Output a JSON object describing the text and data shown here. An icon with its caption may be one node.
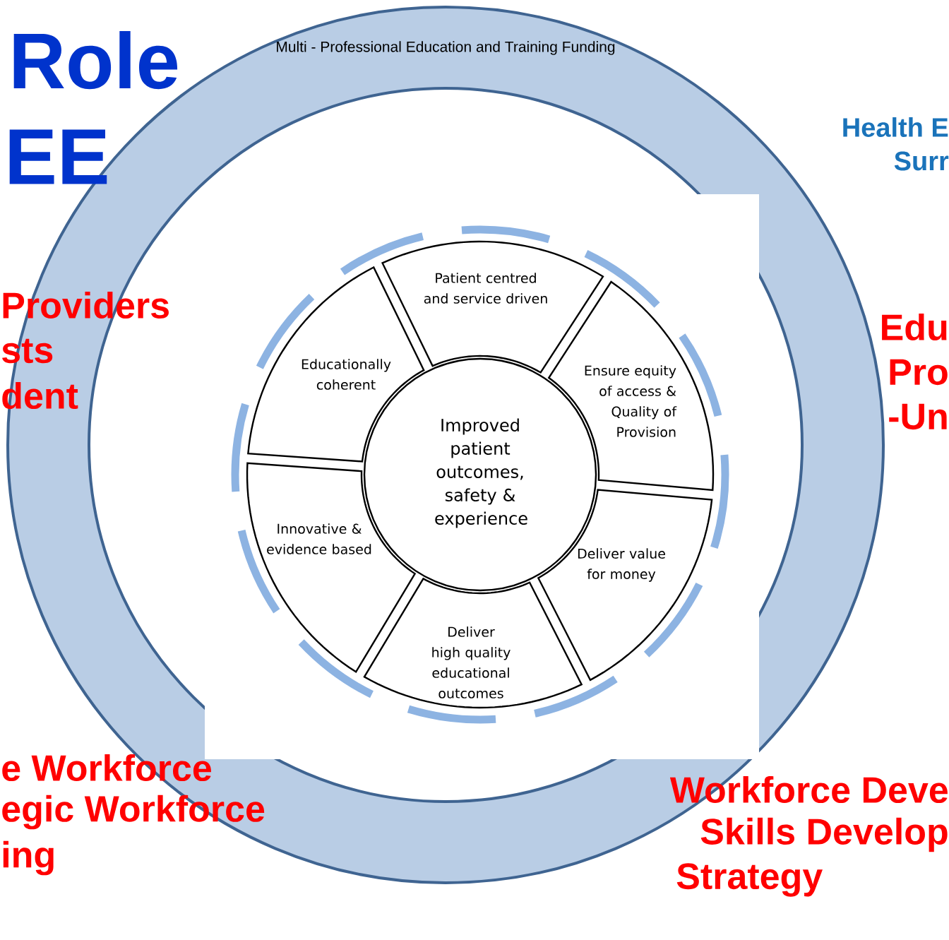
{
  "diagram": {
    "nodes": [
      {
        "text": [
          "Multi - Professional Education and Training Funding"
        ]
      },
      {
        "text": [
          "Patient centred and service driven"
        ],
        "in": 0
      },
      {
        "text": [
          "Educationally coherent"
        ],
        "in": 0
      },
      {
        "text": [
          "Ensure equity of access & Quality of Provision"
        ],
        "in": 0
      },
      {
        "text": [
          "Improved patient outcomes, safety & experience"
        ],
        "in": 0
      },
      {
        "text": [
          "Innovative & evidence based"
        ],
        "in": 0
      },
      {
        "text": [
          "Deliver value for money"
        ],
        "in": 0
      },
      {
        "text": [
          "Deliver high quality educational outcomes"
        ],
        "in": 0
      }
    ],
    "labels": [
      "Role",
      "EE",
      "Health E",
      "Surr",
      "Providers",
      "sts",
      "dent",
      "Edu",
      "Pro",
      "-Un",
      "e Workforce",
      "egic Workforce",
      "ing",
      "Workforce Deve",
      "Skills Develop",
      "Strategy"
    ]
  }
}
